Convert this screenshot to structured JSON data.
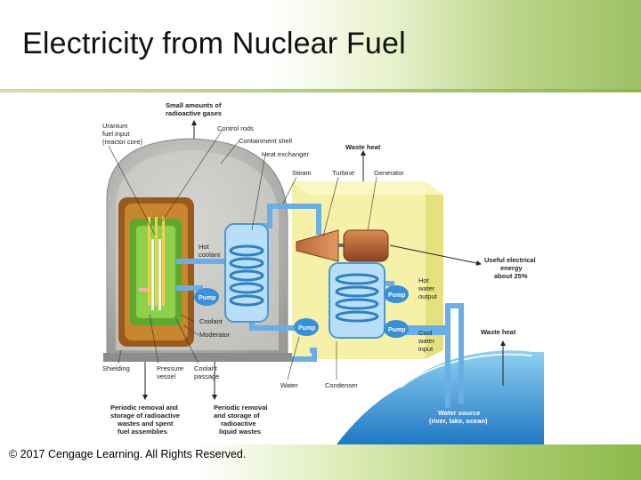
{
  "slide": {
    "title": "Electricity from Nuclear Fuel",
    "copyright": "© 2017 Cengage Learning. All Rights Reserved."
  },
  "diagram": {
    "labels": {
      "radioactive_gases": [
        "Small amounts of",
        "radioactive gases"
      ],
      "uranium_input": [
        "Uranium",
        "fuel input",
        "(reactor core)"
      ],
      "control_rods": "Control rods",
      "containment_shell": "Containment shell",
      "heat_exchanger": "Heat exchanger",
      "waste_heat_top": "Waste heat",
      "steam": "Steam",
      "turbine": "Turbine",
      "generator": "Generator",
      "hot_coolant": [
        "Hot",
        "coolant"
      ],
      "useful_energy": [
        "Useful electrical",
        "energy",
        "about 25%"
      ],
      "hot_water_output": [
        "Hot",
        "water",
        "output"
      ],
      "pump": "Pump",
      "coolant": "Coolant",
      "moderator": "Moderator",
      "cool_water_input": [
        "Cool",
        "water",
        "input"
      ],
      "waste_heat_right": "Waste heat",
      "shielding": "Shielding",
      "pressure_vessel": [
        "Pressure",
        "vessel"
      ],
      "coolant_passage": [
        "Coolant",
        "passage"
      ],
      "water": "Water",
      "condenser": "Condenser",
      "periodic_removal_spent": [
        "Periodic removal and",
        "storage of radioactive",
        "wastes and spent",
        "fuel assemblies"
      ],
      "periodic_removal_liquid": [
        "Periodic removal",
        "and storage of",
        "radioactive",
        "liquid wastes"
      ],
      "water_source": [
        "Water source",
        "(river, lake, ocean)"
      ]
    },
    "colors": {
      "containment": "#a9a9a6",
      "turbine_box": "#f3ef9a",
      "pipe": "#6aaee6",
      "water": "#3d9ad6",
      "generator": "#a55a2c",
      "fuel_core": "#8fd04a",
      "vessel": "#c8862e"
    }
  }
}
